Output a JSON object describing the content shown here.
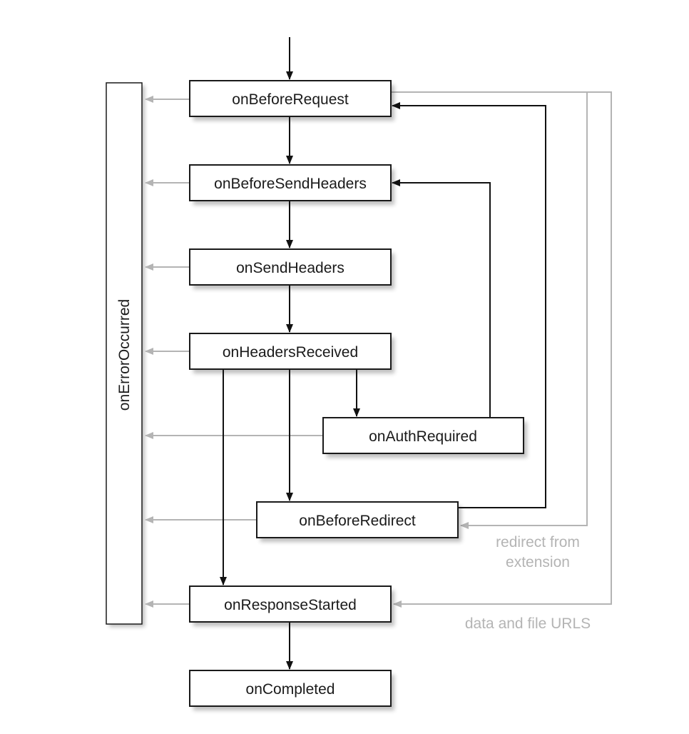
{
  "nodes": {
    "on_before_request": "onBeforeRequest",
    "on_before_send_headers": "onBeforeSendHeaders",
    "on_send_headers": "onSendHeaders",
    "on_headers_received": "onHeadersReceived",
    "on_auth_required": "onAuthRequired",
    "on_before_redirect": "onBeforeRedirect",
    "on_response_started": "onResponseStarted",
    "on_completed": "onCompleted"
  },
  "error_bar": {
    "label": "onErrorOccurred"
  },
  "notes": {
    "redirect_line1": "redirect from",
    "redirect_line2": "extension",
    "data_urls": "data and file URLS"
  },
  "colors": {
    "primary_flow": "#111111",
    "secondary_flow": "#b4b4b4",
    "box_border": "#1a1a1a"
  }
}
